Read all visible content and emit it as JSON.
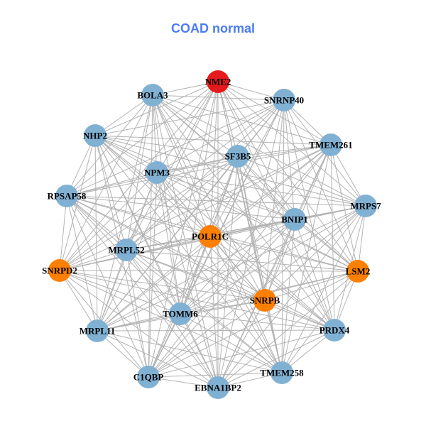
{
  "title": "COAD normal",
  "colors": {
    "title": "#4a7cf6",
    "default_node": "#80b1d3",
    "highlight_node": "#ff7f00",
    "hub_node": "#e41a1c",
    "edge": "#b3b3b3"
  },
  "nodes": [
    {
      "id": "NME2",
      "group": "hub"
    },
    {
      "id": "BOLA3",
      "group": "default"
    },
    {
      "id": "SNRNP40",
      "group": "default"
    },
    {
      "id": "NHP2",
      "group": "default"
    },
    {
      "id": "TMEM261",
      "group": "default"
    },
    {
      "id": "SF3B5",
      "group": "default"
    },
    {
      "id": "NPM3",
      "group": "default"
    },
    {
      "id": "RPSAP58",
      "group": "default"
    },
    {
      "id": "MRPS7",
      "group": "default"
    },
    {
      "id": "BNIP1",
      "group": "default"
    },
    {
      "id": "POLR1C",
      "group": "highlight"
    },
    {
      "id": "MRPL52",
      "group": "default"
    },
    {
      "id": "SNRPD2",
      "group": "highlight"
    },
    {
      "id": "LSM2",
      "group": "highlight"
    },
    {
      "id": "SNRPB",
      "group": "highlight"
    },
    {
      "id": "TOMM6",
      "group": "default"
    },
    {
      "id": "MRPL11",
      "group": "default"
    },
    {
      "id": "PRDX4",
      "group": "default"
    },
    {
      "id": "C1QBP",
      "group": "default"
    },
    {
      "id": "TMEM258",
      "group": "default"
    },
    {
      "id": "EBNA1BP2",
      "group": "default"
    }
  ],
  "edges_fully_connected": true
}
